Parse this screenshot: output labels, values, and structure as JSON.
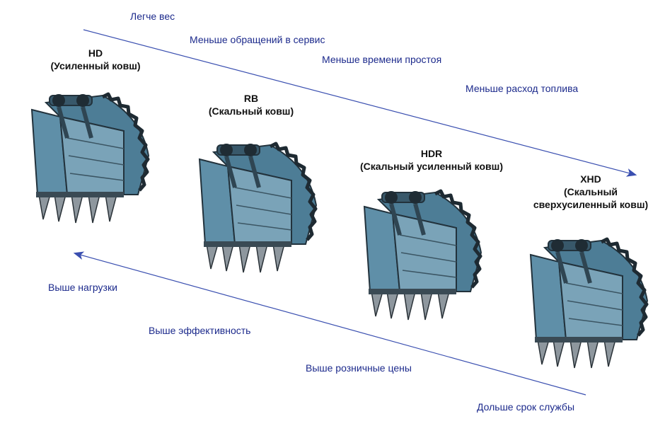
{
  "top_arrow_labels": [
    "Легче вес",
    "Меньше обращений в сервис",
    "Меньше времени простоя",
    "Меньше расход топлива"
  ],
  "bottom_arrow_labels": [
    "Выше  нагрузки",
    "Выше эффективность",
    "Выше розничные цены",
    "Дольше срок службы"
  ],
  "buckets": [
    {
      "code": "HD",
      "name": "(Усиленный ковш)"
    },
    {
      "code": "RB",
      "name": "(Скальный ковш)"
    },
    {
      "code": "HDR",
      "name": "(Скальный усиленный ковш)"
    },
    {
      "code": "XHD",
      "name_line1": "(Скальный",
      "name_line2": "сверхусиленный ковш)"
    }
  ],
  "colors": {
    "label_blue": "#1c2a8c",
    "arrow_blue": "#3a4fb0",
    "bucket_body": "#5f8fa8",
    "bucket_dark": "#2a3c48",
    "bucket_floor": "#7aa3b8",
    "teeth": "#9aa2a8"
  },
  "icons": {
    "bucket_illustration": "excavator-bucket-icon"
  }
}
